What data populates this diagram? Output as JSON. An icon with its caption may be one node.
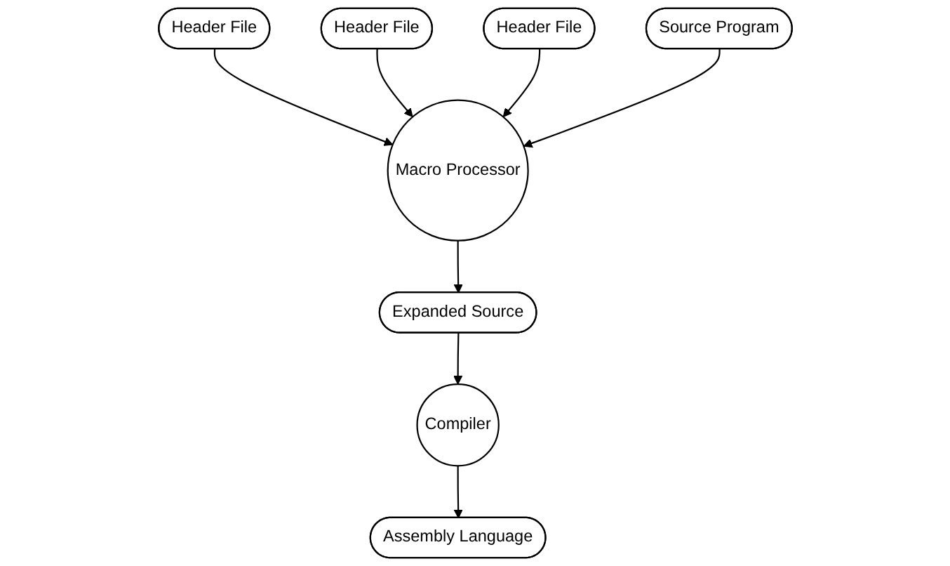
{
  "diagram": {
    "nodes": [
      {
        "text": [
          "Header File"
        ]
      },
      {
        "text": [
          "Header File"
        ]
      },
      {
        "text": [
          "Header File"
        ]
      },
      {
        "text": [
          "Macro Processor"
        ]
      },
      {
        "text": [
          "Compiler"
        ]
      },
      {
        "text": [
          "Source Program"
        ]
      },
      {
        "text": [
          "Expanded Source"
        ]
      },
      {
        "text": [
          "Assembly Language"
        ]
      }
    ],
    "edges": [
      {
        "from": 0,
        "to": 3,
        "arrow": "to"
      },
      {
        "from": 1,
        "to": 3,
        "arrow": "to"
      },
      {
        "from": 2,
        "to": 3,
        "arrow": "to"
      },
      {
        "from": 5,
        "to": 3,
        "arrow": "to"
      },
      {
        "from": 3,
        "to": 6,
        "arrow": "to"
      },
      {
        "from": 6,
        "to": 4,
        "arrow": "to"
      },
      {
        "from": 4,
        "to": 7,
        "arrow": "to"
      }
    ]
  }
}
